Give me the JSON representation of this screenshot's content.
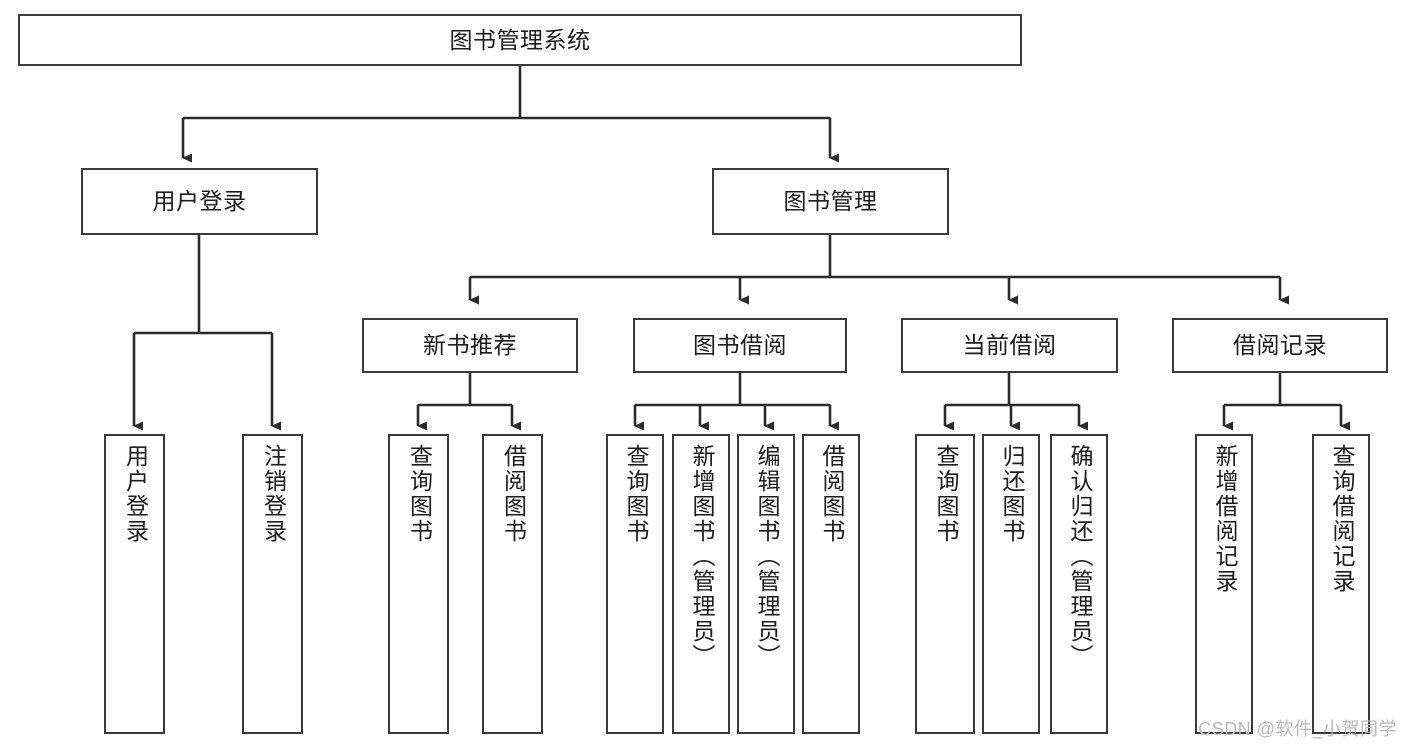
{
  "diagram": {
    "title": "图书管理系统",
    "type": "tree-hierarchy-chart",
    "watermark": "CSDN @软件_小贺同学",
    "colors": {
      "box_border": "#3a3a3a",
      "box_fill": "#ffffff",
      "edge": "#2b2b2b",
      "text": "#1c1c1c",
      "watermark": "#b9b9b9",
      "background": "#ffffff"
    },
    "root": {
      "label": "图书管理系统"
    },
    "level2": [
      {
        "label": "用户登录"
      },
      {
        "label": "图书管理"
      }
    ],
    "level3": [
      {
        "label": "新书推荐"
      },
      {
        "label": "图书借阅"
      },
      {
        "label": "当前借阅"
      },
      {
        "label": "借阅记录"
      }
    ],
    "leaves": {
      "user_login": [
        {
          "label": "用户登录"
        },
        {
          "label": "注销登录"
        }
      ],
      "new_book_recommend": [
        {
          "label": "查询图书"
        },
        {
          "label": "借阅图书"
        }
      ],
      "book_borrow": [
        {
          "label": "查询图书"
        },
        {
          "label": "新增图书（管理员）"
        },
        {
          "label": "编辑图书（管理员）"
        },
        {
          "label": "借阅图书"
        }
      ],
      "current_borrow": [
        {
          "label": "查询图书"
        },
        {
          "label": "归还图书"
        },
        {
          "label": "确认归还（管理员）"
        }
      ],
      "borrow_record": [
        {
          "label": "新增借阅记录"
        },
        {
          "label": "查询借阅记录"
        }
      ]
    }
  }
}
